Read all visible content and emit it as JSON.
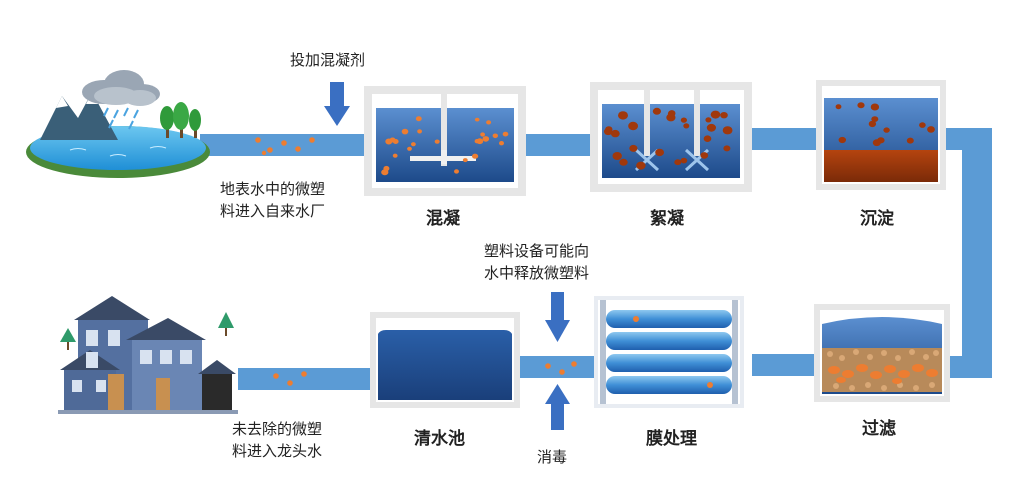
{
  "labels": {
    "add_coagulant": "投加混凝剂",
    "source_line1": "地表水中的微塑",
    "source_line2": "料进入自来水厂",
    "coagulation": "混凝",
    "flocculation": "絮凝",
    "sedimentation": "沉淀",
    "equipment_line1": "塑料设备可能向",
    "equipment_line2": "水中释放微塑料",
    "filtration": "过滤",
    "membrane": "膜处理",
    "disinfection": "消毒",
    "clear_pool": "清水池",
    "tap_line1": "未去除的微塑",
    "tap_line2": "料进入龙头水"
  },
  "colors": {
    "pipe": "#5b9bd5",
    "water_dark": "#1f4e8c",
    "water_light": "#4a7fc1",
    "particle": "#ed7d31",
    "arrow": "#3a6fc2",
    "tank_frame": "#d6d6d6",
    "sludge": "#a0380c"
  }
}
